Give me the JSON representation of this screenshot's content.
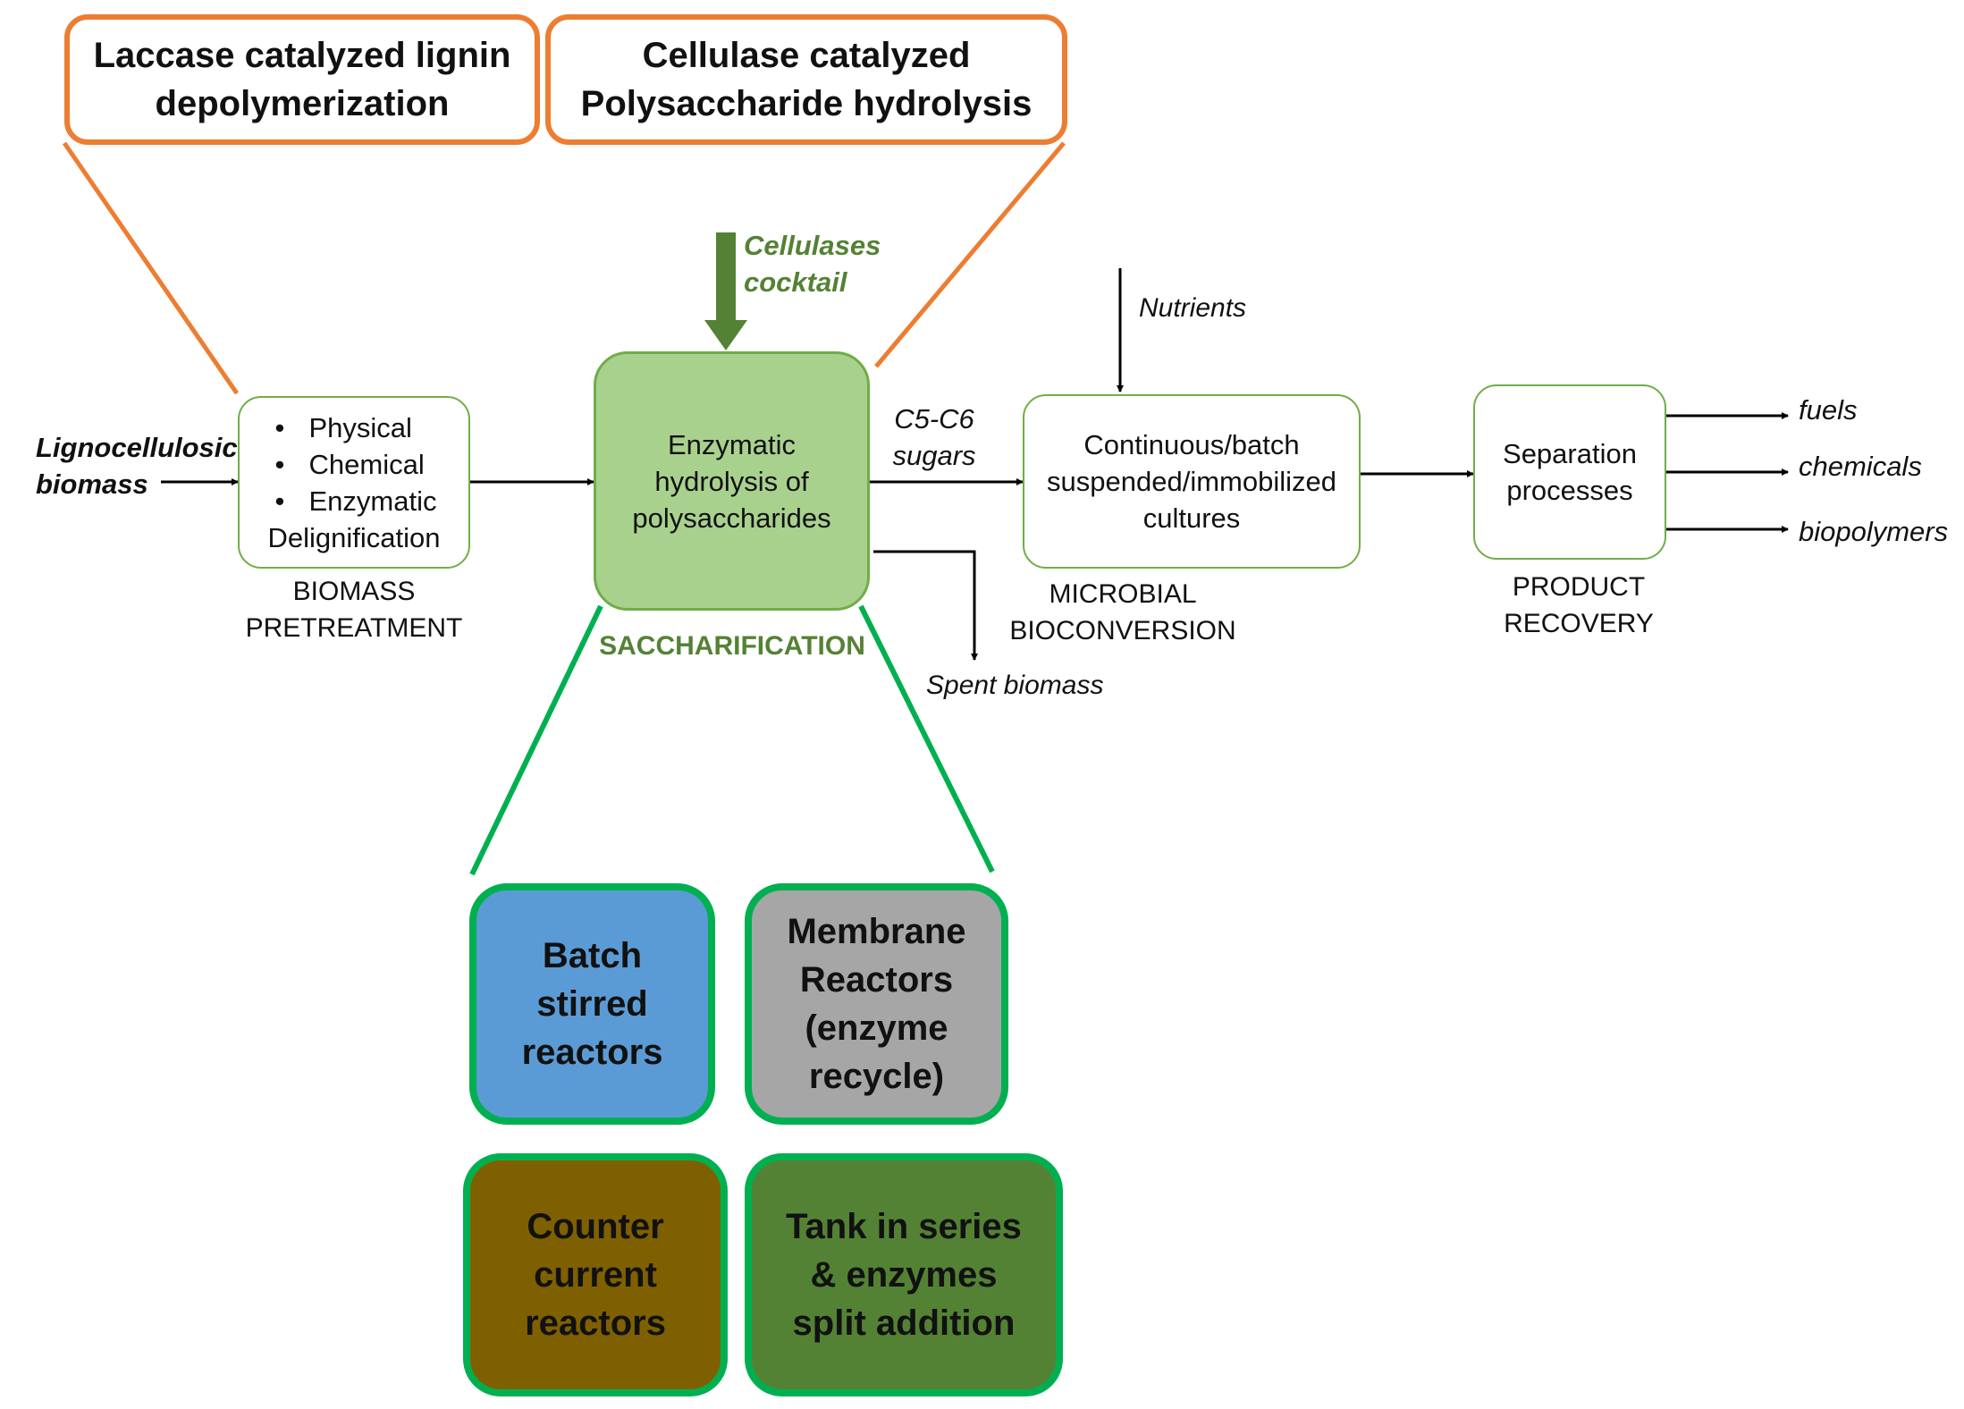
{
  "top_boxes": {
    "laccase": [
      "Laccase catalyzed lignin",
      "depolymerization"
    ],
    "cellulase": [
      "Cellulase catalyzed",
      "Polysaccharide hydrolysis"
    ]
  },
  "inputs": {
    "lignocellulosic": [
      "Lignocellulosic",
      "biomass"
    ],
    "cellulases": [
      "Cellulases",
      "cocktail"
    ],
    "nutrients": "Nutrients"
  },
  "pretreatment": {
    "items": [
      "Physical",
      "Chemical",
      "Enzymatic"
    ],
    "last": "Delignification",
    "stage": [
      "BIOMASS",
      "PRETREATMENT"
    ]
  },
  "saccharification": {
    "text": [
      "Enzymatic",
      "hydrolysis of",
      "polysaccharides"
    ],
    "stage": "SACCHARIFICATION"
  },
  "sugars": [
    "C5-C6",
    "sugars"
  ],
  "spent": "Spent biomass",
  "bioconversion": {
    "text": [
      "Continuous/batch",
      "suspended/immobilized",
      "cultures"
    ],
    "stage": [
      "MICROBIAL",
      "BIOCONVERSION"
    ]
  },
  "recovery": {
    "text": [
      "Separation",
      "processes"
    ],
    "stage": [
      "PRODUCT",
      "RECOVERY"
    ]
  },
  "outputs": [
    "fuels",
    "chemicals",
    "biopolymers"
  ],
  "reactors": {
    "batch": [
      "Batch",
      "stirred",
      "reactors"
    ],
    "membrane": [
      "Membrane",
      "Reactors",
      "(enzyme",
      "recycle)"
    ],
    "counter": [
      "Counter",
      "current",
      "reactors"
    ],
    "tank": [
      "Tank in series",
      "& enzymes",
      "split addition"
    ]
  },
  "colors": {
    "orange_border": "#ED7D31",
    "green_border": "#70AD47",
    "sacch_fill": "#A9D18E",
    "reactor_border": "#00B050",
    "batch_fill": "#5B9BD5",
    "membrane_fill": "#A6A6A6",
    "counter_fill": "#7F6000",
    "tank_fill": "#548235",
    "label_green": "#548235",
    "arrow_green": "#548235"
  }
}
